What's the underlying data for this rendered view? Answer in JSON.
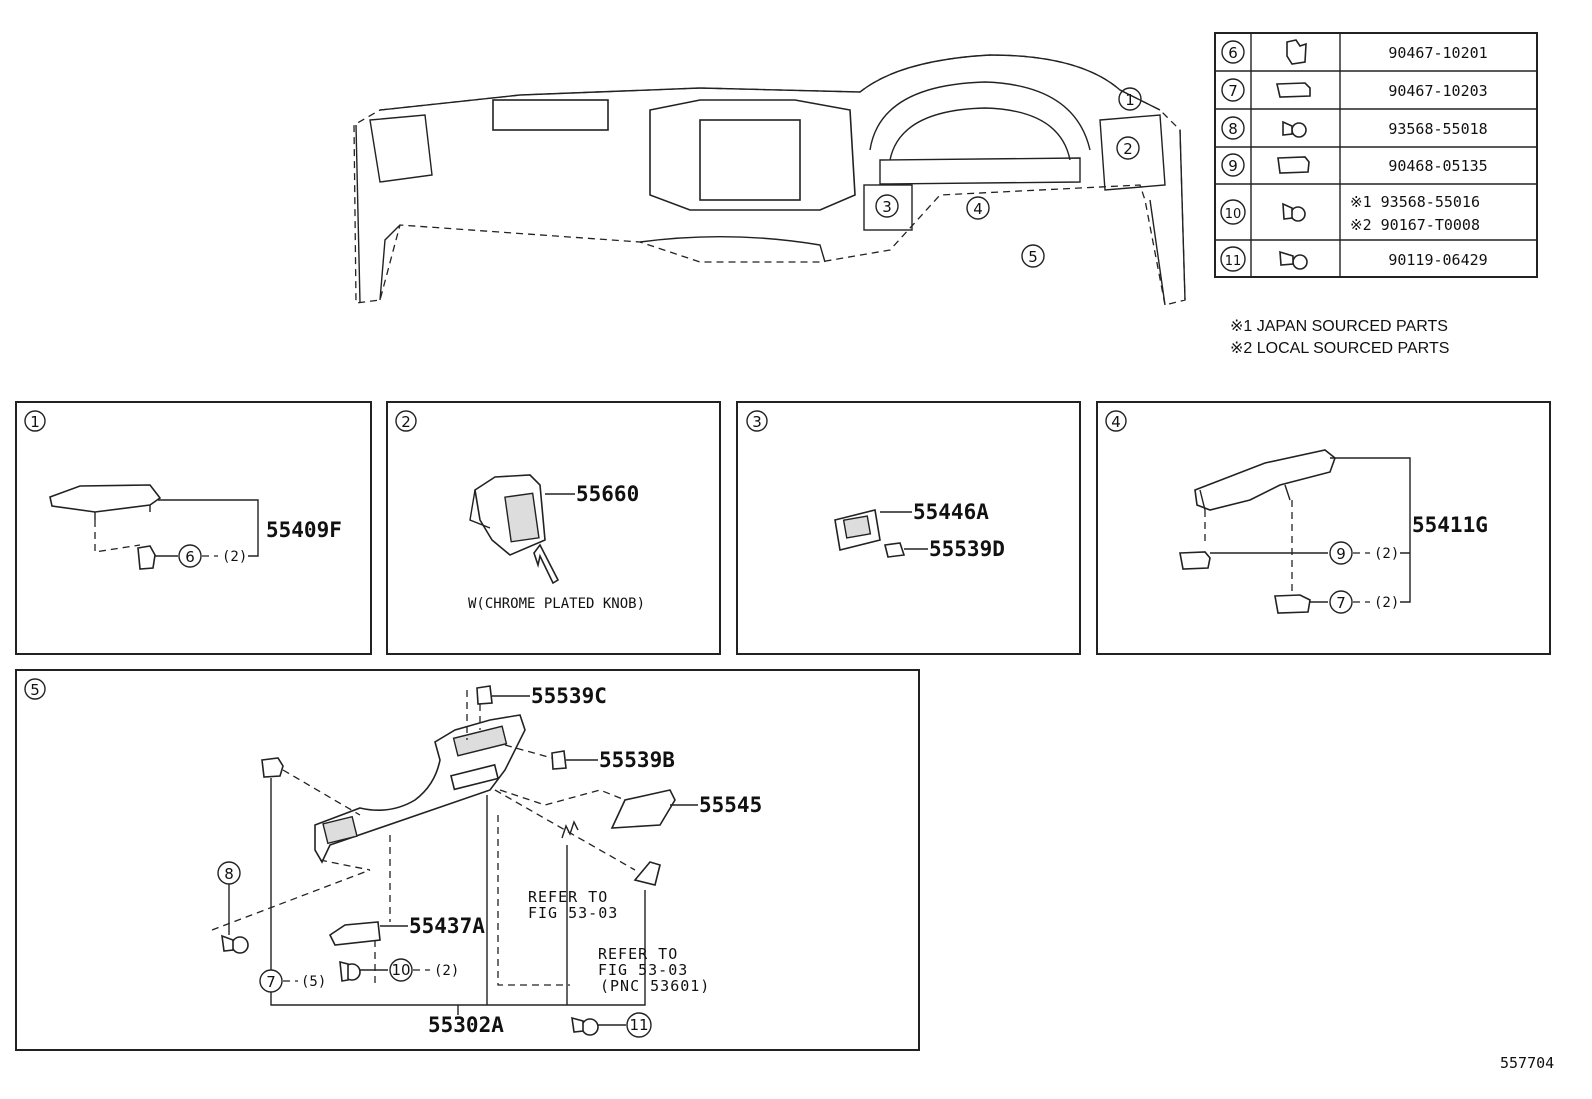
{
  "panels": [
    {
      "num": "1"
    },
    {
      "num": "2"
    },
    {
      "num": "3"
    },
    {
      "num": "4"
    },
    {
      "num": "5"
    }
  ],
  "overview_callouts": [
    "1",
    "2",
    "3",
    "4",
    "5"
  ],
  "fastener_table": [
    {
      "ref": "6",
      "part": "90467-10201"
    },
    {
      "ref": "7",
      "part": "90467-10203"
    },
    {
      "ref": "8",
      "part": "93568-55018"
    },
    {
      "ref": "9",
      "part": "90468-05135"
    },
    {
      "ref": "10",
      "part_1": "※1 93568-55016",
      "part_2": "※2 90167-T0008"
    },
    {
      "ref": "11",
      "part": "90119-06429"
    }
  ],
  "notes": [
    "※1 JAPAN SOURCED PARTS",
    "※2 LOCAL SOURCED PARTS"
  ],
  "panel1": {
    "part": "55409F",
    "ref": "6",
    "qty": "(2)"
  },
  "panel2": {
    "part": "55660",
    "caption": "W(CHROME PLATED KNOB)"
  },
  "panel3": {
    "part_a": "55446A",
    "part_b": "55539D"
  },
  "panel4": {
    "part": "55411G",
    "ref_a": "9",
    "qty_a": "(2)",
    "ref_b": "7",
    "qty_b": "(2)"
  },
  "panel5": {
    "parts": {
      "c": "55539C",
      "b": "55539B",
      "p45": "55545",
      "p37": "55437A",
      "main": "55302A"
    },
    "refs": {
      "r8": "8",
      "r7": "7",
      "r7_qty": "(5)",
      "r10": "10",
      "r10_qty": "(2)",
      "r11": "11"
    },
    "refer1": [
      "REFER TO",
      "FIG 53-03"
    ],
    "refer2": [
      "REFER TO",
      "FIG 53-03",
      "(PNC 53601)"
    ]
  },
  "figure_id": "557704"
}
